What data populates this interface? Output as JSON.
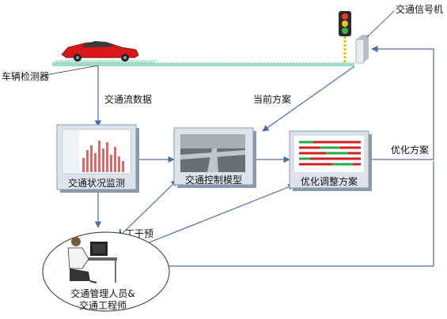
{
  "labels": {
    "vehicle_detector": "车辆检测器",
    "traffic_signal": "交通信号机",
    "traffic_flow_data": "交通流数据",
    "current_plan": "当前方案",
    "optimized_plan": "优化方案",
    "manual_intervention": "人工干预"
  },
  "boxes": {
    "monitoring": "交通状况监测",
    "control_model": "交通控制模型",
    "optimization": "优化调整方案"
  },
  "personnel": {
    "line1": "交通管理人员&",
    "line2": "交通工程师"
  },
  "colors": {
    "arrow": "#4a6fa8",
    "box_fill": "#dde3ec",
    "box_edge": "#8a98ab",
    "road": "#8ed2c4",
    "car": "#d81818"
  }
}
